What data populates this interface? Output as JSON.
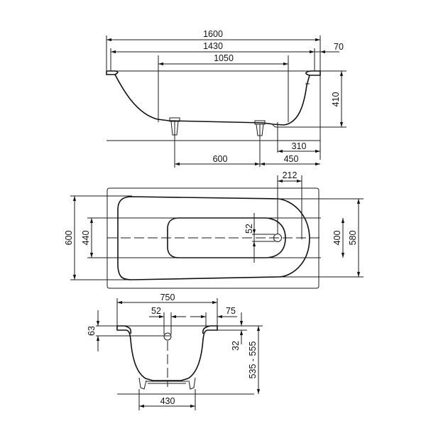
{
  "drawing": {
    "subject": "Bathtub technical drawing",
    "views": {
      "side": {
        "dimensions": {
          "overall_length": "1600",
          "inner_length": "1430",
          "bottom_length": "1050",
          "rim_width": "70",
          "depth": "410",
          "leg_spacing": "600",
          "leg_to_end": "450",
          "drain_to_end": "310"
        }
      },
      "top": {
        "dimensions": {
          "drain_offset": "212",
          "drain_slot": "52",
          "outer_width": "600",
          "inner_bottom_width": "440",
          "end_width": "400",
          "inner_width": "580"
        }
      },
      "end": {
        "dimensions": {
          "overall_width": "750",
          "overflow_width": "52",
          "rim": "75",
          "overflow_height": "63",
          "rim_offset": "32",
          "total_height": "535 - 555",
          "leg_spacing": "430"
        }
      }
    }
  }
}
